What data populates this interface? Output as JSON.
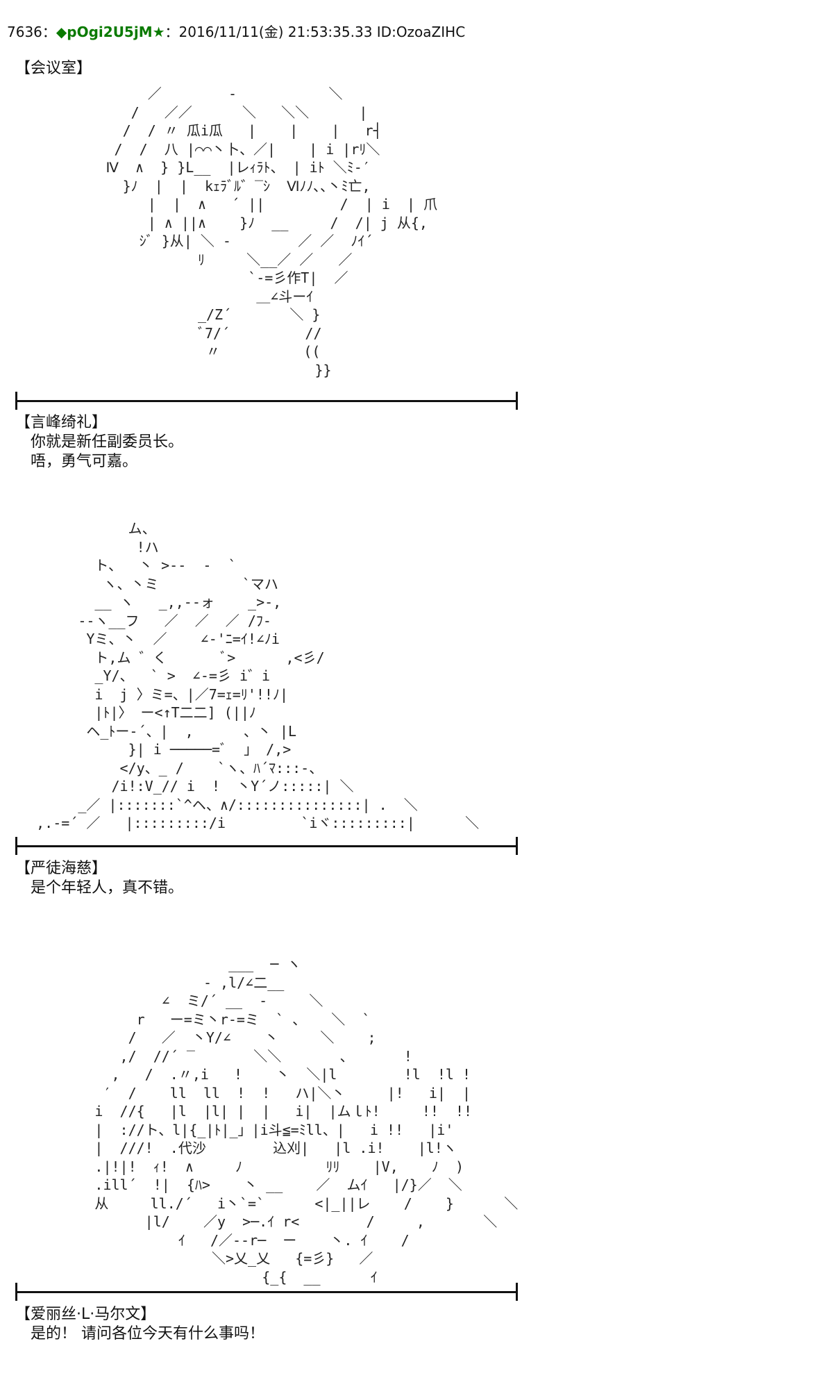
{
  "post": {
    "number": "7636",
    "sep": "：",
    "trip": "◆pOgi2U5jM",
    "star": "★",
    "datetime": "：2016/11/11(金) 21:53:35.33",
    "id": "ID:OzoaZIHC"
  },
  "location": "【会议室】",
  "scenes": [
    {
      "art": "                 ／        -           ＼\n               /   ／／      ＼   ＼＼      |\n              /  / 〃 瓜i瓜   |    |    |   r┤\n             /  /  八 |⌒⌒丶卜、／|    | i |rﾘ＼\n            Ⅳ  ∧  } }L__  |レｨﾗﾄ、 | iﾄ ＼ﾐ-′\n              }ﾉ  |  |  kｪﾗﾞﾙ゛‾ｼ  Ⅵﾉﾉ､､丶ﾐ亡,\n                 |  |  ∧   ´ ||         /  | i  | 爪\n                 | ∧ ||∧    }ﾉ  __     /  /| j 从{,\n                ｼﾞ }从| ＼ -        ／ ／  ﾉｲ´\n                       ﾘ     ＼__／ ／   ／\n                             `‐=彡作T|  ／\n                              ＿∠斗ーｲ\n                       _/Z´       ＼ }\n                       ﾞ7/´         //\n                        〃          ((\n                                     }}",
      "speaker": "【言峰绮礼】",
      "lines": [
        "你就是新任副委员长。",
        "唔，勇气可嘉。"
      ]
    },
    {
      "art": "              ム、\n               !ハ\n          ト、  丶 >‐-  -  `\n           ヽ、丶ミ          `マハ\n          __ ヽ   _,,-‐ォ    _>‐,\n        -‐ヽ__フ   ／  ／  ／ /ﾌ-\n         Yミ、丶  ／    ∠‐'ﾆ=ｲ!∠ﾉi\n          ト,ム ゛く       ﾞ>      ,<彡/\n          _Y/、  ` >  ∠-=彡 i゛i\n          i  j 〉ミ=、|／7=ｪ=ﾘ'!!ﾉ|\n          |ﾄ|〉 ー<↑T二二] (||ﾉ\n         ヘ_ﾄー‐´、|  ,      、丶 |L\n              }| i ─────=ﾞ  」 /,>\n             </y、_ /    `ヽ、ﾊ´ﾏ:::‐、\n            /i!:V_// i  !  丶Y´ノ:::::| ＼\n        _／ |:::::::`^ヘ、∧/:::::::::::::::| .  ＼\n   ,.-=´ ／   |:::::::::/i         `iヾ:::::::::|      ＼",
      "speaker": "【严徒海慈】",
      "lines": [
        "是个年轻人，真不错。"
      ]
    },
    {
      "art": "                          ___  ─ ヽ\n                       - ,l/∠二__\n                  ∠  ミ/´ __  -     ＼\n               r   ー=ミ丶r‐=ミ  ` 、   ＼  `\n              /   ／  丶Y/∠    丶     ＼    ;\n             ,/  //´ ‾       ＼＼       、      !\n            ,   /  .〃,i   !    丶  ＼|l        !l  !l !\n           ′  /    ll  ll  !  !   ハ|＼丶     |!   i|  |\n          i  //{   |l  |l| |  |   i|  |ムｌﾄ!     !!  !!\n          |  ://ト、l|{_|ﾄ|_」|i斗≦=ﾐll、|   i !!   |i'\n          |  ///!  .代沙        込刈|   |l .i!    |l!ヽ\n          .|!|!  ｨ!  ∧     ﾉ          ﾘﾘ    |V,    ﾉ  )\n          .ill´  !|  {ﾊ>    丶 __    ／  ムｲ   |/}／  ＼\n          从     ll./´   i丶`=`      <|_||レ    /    }      ＼\n                |l/    ／y  >─.ｲ r<        /     ,       ＼\n                    ｲ   /／‐‐r─  ー    丶. ｲ    /\n                        ＼>乂_乂   {=彡}   ／\n                              {_{  __      ｲ",
      "speaker": "【爱丽丝·L·马尔文】",
      "lines": [
        "是的！  请问各位今天有什么事吗！"
      ]
    }
  ]
}
